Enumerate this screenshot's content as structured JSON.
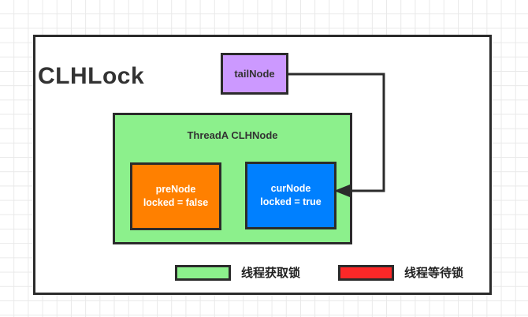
{
  "diagram": {
    "title": "CLHLock",
    "tail_node": {
      "label": "tailNode"
    },
    "thread_container": {
      "label": "ThreadA CLHNode"
    },
    "nodes": [
      {
        "name": "preNode",
        "label": "preNode",
        "state": "locked = false",
        "color": "#ff8000"
      },
      {
        "name": "curNode",
        "label": "curNode",
        "state": "locked = true",
        "color": "#0080ff"
      }
    ],
    "connector": {
      "from": "tailNode",
      "to": "curNode",
      "arrow": "arrow-head-left"
    },
    "legend": [
      {
        "swatch_color": "#8cf08c",
        "text": "线程获取锁"
      },
      {
        "swatch_color": "#fc2828",
        "text": "线程等待锁"
      }
    ],
    "colors": {
      "outline": "#2b2b2b",
      "tail_node_fill": "#cc99ff",
      "thread_fill": "#8cf08c",
      "pre_node_fill": "#ff8000",
      "cur_node_fill": "#0080ff",
      "legend_waiting_fill": "#fc2828",
      "title_text": "#333333",
      "grid": "#e9e9e9"
    }
  }
}
